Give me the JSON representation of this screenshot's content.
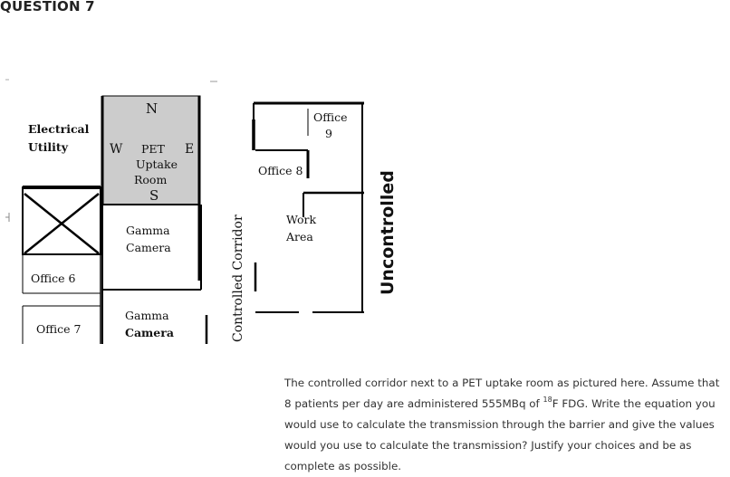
{
  "question_title": "QUESTION 7",
  "floorplan": {
    "rooms": {
      "electrical_line1": "Electrical",
      "electrical_line2": "Utility",
      "compass_n": "N",
      "compass_w": "W",
      "pet_label": "PET",
      "compass_e": "E",
      "uptake_label": "Uptake",
      "room_label": "Room",
      "compass_s": "S",
      "gamma_camera_1_line1": "Gamma",
      "gamma_camera_1_line2": "Camera",
      "office_6": "Office 6",
      "gamma_camera_2_line1": "Gamma",
      "gamma_camera_2_line2": "Camera",
      "office_7": "Office 7",
      "controlled_corridor": "Controlled Corridor",
      "office_9_line1": "Office",
      "office_9_line2": "9",
      "office_8": "Office 8",
      "work_area_line1": "Work",
      "work_area_line2": "Area",
      "uncontrolled": "Uncontrolled"
    },
    "colors": {
      "uptake_room_fill": "#cccccc",
      "wall": "#000000"
    }
  },
  "question": {
    "part1": "The controlled corridor next to a PET uptake room as pictured here. Assume that 8 patients per day are administered 555MBq of ",
    "superscript": "18",
    "part2": "F FDG. Write the equation you would use to calculate the transmission through the barrier and give the values would you use to calculate the transmission? Justify your choices and be as complete as possible."
  }
}
